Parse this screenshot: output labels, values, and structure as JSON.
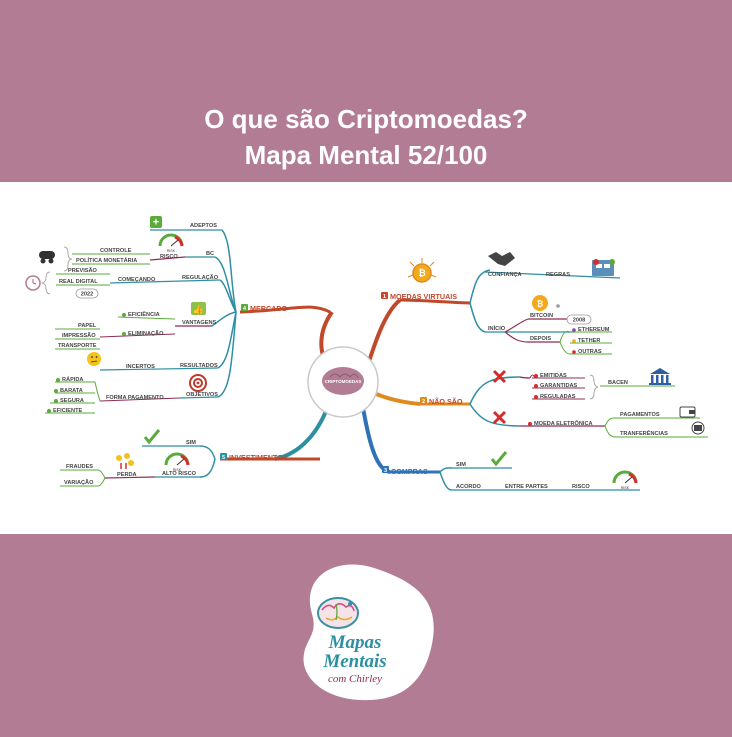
{
  "header": {
    "title_line1": "O que são Criptomoedas?",
    "title_line2": "Mapa Mental 52/100"
  },
  "center": {
    "label": "CRIPTOMOEDAS"
  },
  "branches": {
    "mercado": {
      "num": "4",
      "label": "MERCADO"
    },
    "moedas": {
      "num": "1",
      "label": "MOEDAS VIRTUAIS"
    },
    "naosao": {
      "num": "2",
      "label": "NÃO SÃO"
    },
    "compras": {
      "num": "3",
      "label": "COMPRAS"
    },
    "investimentos": {
      "num": "5",
      "label": "INVESTIMENTOS"
    }
  },
  "mercado": {
    "adeptos": "ADEPTOS",
    "risco": "RISCO",
    "bc": "BC",
    "controle": "CONTROLE",
    "politica": "POLÍTICA MONETÁRIA",
    "regulacao": "REGULAÇÃO",
    "comecando": "COMEÇANDO",
    "previsao": "PREVISÃO",
    "real_digital": "REAL DIGITAL",
    "ano": "2022",
    "vantagens": "VANTAGENS",
    "eficiencia": "EFICIÊNCIA",
    "eliminacao": "ELIMINAÇÃO",
    "papel": "PAPEL",
    "impressao": "IMPRESSÃO",
    "transporte": "TRANSPORTE",
    "resultados": "RESULTADOS",
    "incertos": "INCERTOS",
    "objetivos": "OBJETIVOS",
    "forma_pagamento": "FORMA PAGAMENTO",
    "rapida": "RÁPIDA",
    "barata": "BARATA",
    "segura": "SEGURA",
    "eficiente": "EFICIENTE"
  },
  "moedas": {
    "confianca": "CONFIANÇA",
    "regras": "REGRAS",
    "inicio": "INÍCIO",
    "bitcoin": "BITCOIN",
    "ano": "2008",
    "depois": "DEPOIS",
    "ethereum": "ETHEREUM",
    "tether": "TETHER",
    "outras": "OUTRAS"
  },
  "naosao": {
    "emitidas": "EMITIDAS",
    "garantidas": "GARANTIDAS",
    "reguladas": "REGULADAS",
    "bacen": "BACEN",
    "moeda_eletronica": "MOEDA ELETRÔNICA",
    "pagamentos": "PAGAMENTOS",
    "transferencias": "TRANFERÊNCIAS"
  },
  "compras": {
    "sim": "SIM",
    "acordo": "ACORDO",
    "entre_partes": "ENTRE PARTES",
    "risco": "RISCO"
  },
  "investimentos": {
    "sim": "SIM",
    "alto_risco": "ALTO RISCO",
    "perda": "PERDA",
    "fraudes": "FRAUDES",
    "variacao": "VARIAÇÃO"
  },
  "gauge_label": "RISK",
  "logo": {
    "line1": "Mapas",
    "line2": "Mentais",
    "line3": "com Chirley"
  },
  "colors": {
    "background": "#b37c95",
    "mercado": "#2e8fa3",
    "moedas": "#c0482b",
    "naosao": "#e08a1e",
    "compras": "#2f72b8",
    "investimentos": "#2e8fa3",
    "sub_line": "#8e2c55",
    "green": "#5aab3c"
  }
}
